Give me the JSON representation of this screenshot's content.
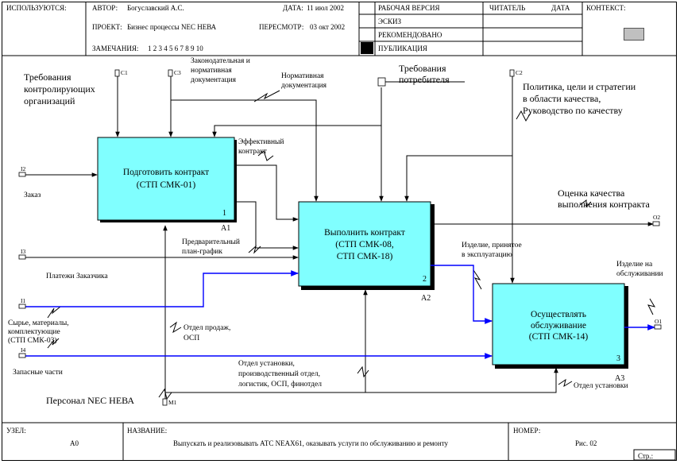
{
  "header": {
    "used_at_label": "ИСПОЛЬЗУЮТСЯ:",
    "author_label": "АВТОР:",
    "author_value": "Богуславский А.С.",
    "date_label": "ДАТА:",
    "date_value": "11 июл 2002",
    "project_label": "ПРОЕКТ:",
    "project_value": "Бизнес процессы NEC НЕВА",
    "revision_label": "ПЕРЕСМОТР:",
    "revision_value": "03 окт 2002",
    "notes_label": "ЗАМЕЧАНИЯ:",
    "notes_value": "1  2  3  4  5  6  7  8  9  10",
    "status_working": "РАБОЧАЯ ВЕРСИЯ",
    "status_draft": "ЭСКИЗ",
    "status_recommended": "РЕКОМЕНДОВАНО",
    "status_publication": "ПУБЛИКАЦИЯ",
    "reader_label": "ЧИТАТЕЛЬ",
    "reader_date_label": "ДАТА",
    "context_label": "КОНТЕКСТ:"
  },
  "footer": {
    "node_label": "УЗЕЛ:",
    "node_value": "A0",
    "title_label": "НАЗВАНИЕ:",
    "title_value": "Выпускать и реализовывать АТС NEAX61, оказывать услуги по обслуживанию и ремонту",
    "number_label": "НОМЕР:",
    "number_value": "Рис. 02",
    "page_label": "Стр.:"
  },
  "activities": [
    {
      "line1": "Подготовить контракт",
      "line2": "(СТП СМК-01)",
      "line3": "",
      "num": "1",
      "node": "A1"
    },
    {
      "line1": "Выполнить контракт",
      "line2": "(СТП СМК-08,",
      "line3": "СТП СМК-18)",
      "num": "2",
      "node": "A2"
    },
    {
      "line1": "Осуществлять",
      "line2": "обслуживание",
      "line3": "(СТП СМК-14)",
      "num": "3",
      "node": "A3"
    }
  ],
  "tunnels": {
    "c1": "C1",
    "c3": "C3",
    "c2": "C2",
    "i2": "I2",
    "i3": "I3",
    "i1": "I1",
    "i4": "I4",
    "o2": "O2",
    "o1": "O1",
    "m1": "M1"
  },
  "arrows": {
    "req_control_1": "Требования",
    "req_control_2": "контролирующих",
    "req_control_3": "организаций",
    "legislative_1": "Законодательная и",
    "legislative_2": "нормативная",
    "legislative_3": "документация",
    "normative_1": "Нормативная",
    "normative_2": "документация",
    "consumer_1": "Требования",
    "consumer_2": "потребителя",
    "policy_1": "Политика, цели и стратегии",
    "policy_2": "в области качества,",
    "policy_3": "Руководство по качеству",
    "effective_1": "Эффективный",
    "effective_2": "контракт",
    "order": "Заказ",
    "prelim_1": "Предварительный",
    "prelim_2": "план-график",
    "payments": "Платежи Заказчика",
    "materials_1": "Сырье, материалы,",
    "materials_2": "комплектующие",
    "materials_3": "(СТП СМК-03)",
    "spare_parts": "Запасные части",
    "sales_1": "Отдел продаж,",
    "sales_2": "ОСП",
    "dept_1": "Отдел установки,",
    "dept_2": "производственный отдел,",
    "dept_3": "логистик, ОСП, финотдел",
    "personnel": "Персонал NEC НЕВА",
    "install_dept": "Отдел установки",
    "quality_1": "Оценка качества",
    "quality_2": "выполнения контракта",
    "accepted_1": "Изделие, принятое",
    "accepted_2": "в эксплуатацию",
    "serviced_1": "Изделие на",
    "serviced_2": "обслуживании"
  },
  "colors": {
    "box_fill": "#80ffff",
    "blue_arrow": "#0000ff",
    "context_box": "#c0c0c0"
  }
}
